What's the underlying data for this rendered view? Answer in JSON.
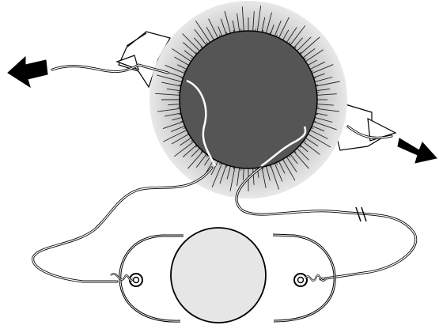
{
  "diagram": {
    "colors": {
      "background": "#ffffff",
      "stroke": "#000000",
      "halo": "#c8c8c8",
      "pupil": "#555555",
      "optic": "#e6e6e6",
      "suture": "#ffffff"
    },
    "arrows": [
      {
        "name": "pull-left-arrow-icon",
        "direction": "left"
      },
      {
        "name": "pull-right-arrow-icon",
        "direction": "right"
      }
    ],
    "components": [
      {
        "name": "iris-halo",
        "label": ""
      },
      {
        "name": "pupil-disc",
        "label": ""
      },
      {
        "name": "intraocular-lens-optic",
        "label": ""
      },
      {
        "name": "lens-haptic-left",
        "label": ""
      },
      {
        "name": "lens-haptic-right",
        "label": ""
      },
      {
        "name": "suture-thread",
        "label": ""
      }
    ]
  }
}
